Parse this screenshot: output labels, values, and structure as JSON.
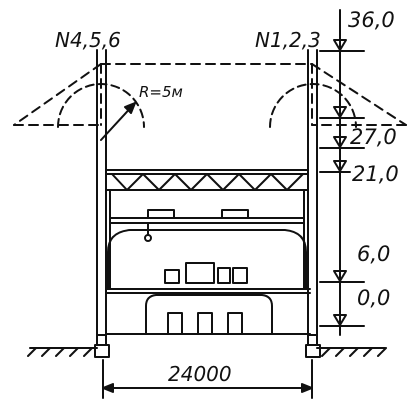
{
  "drawing": {
    "label_left_crane": "N4,5,6",
    "label_right_crane": "N1,2,3",
    "radius_label": "R=5м",
    "span": "24000",
    "levels": [
      "36,0",
      "27,0",
      "21,0",
      "6,0",
      "0,0"
    ]
  },
  "colors": {
    "ink": "#111111",
    "paper": "#ffffff"
  }
}
